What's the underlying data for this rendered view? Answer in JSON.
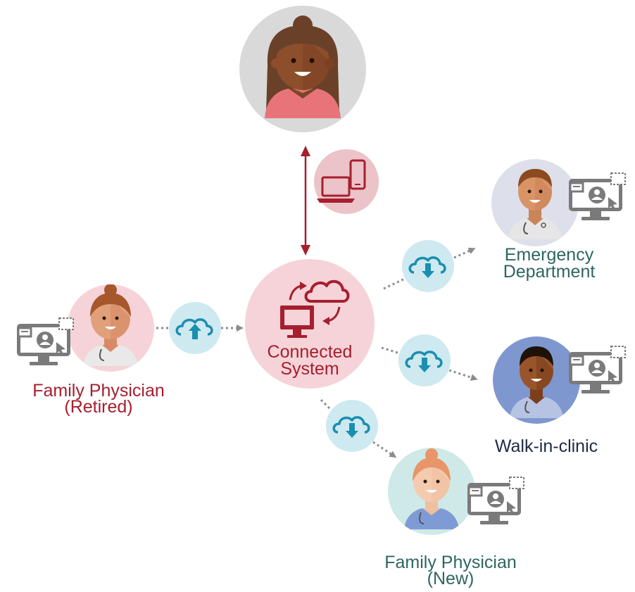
{
  "colors": {
    "accent_red": "#a51f2e",
    "teal_text": "#2e6660",
    "navy_text": "#1f2a44",
    "cloud_bg": "#cfe9f1",
    "cloud_icon": "#1a8fb0",
    "pink_bg": "#f6d3d8",
    "monitor_gray": "#7a7a7a"
  },
  "nodes": {
    "connected_system": {
      "line1": "Connected",
      "line2": "System"
    },
    "family_physician_retired": {
      "line1": "Family Physician",
      "line2": "(Retired)"
    },
    "emergency_department": {
      "line1": "Emergency",
      "line2": "Department"
    },
    "walk_in_clinic": {
      "line1": "Walk-in-clinic"
    },
    "family_physician_new": {
      "line1": "Family Physician",
      "line2": "(New)"
    }
  },
  "icons": [
    "patient-avatar",
    "devices-icon",
    "computer-sync-icon",
    "cloud-upload-icon",
    "cloud-download-icon",
    "doctor-avatar",
    "ehr-monitor-icon"
  ]
}
